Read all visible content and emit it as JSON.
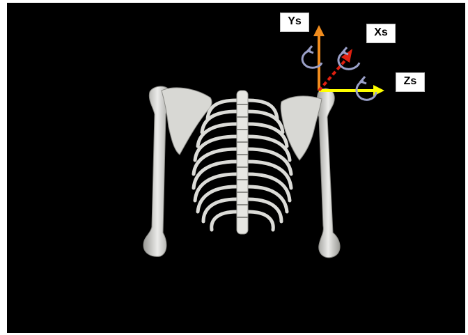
{
  "axes": {
    "y": {
      "label": "Ys",
      "color": "#f08c1e"
    },
    "x": {
      "label": "Xs",
      "color": "#e02010"
    },
    "z": {
      "label": "Zs",
      "color": "#ffff00"
    }
  },
  "colors": {
    "background": "#000000",
    "bone": "#e4e4e0",
    "bone_shade": "#a8a8a4",
    "rotation_arrow": "#9aa0c8"
  },
  "icons": [
    "rotation-arrow-icon"
  ]
}
